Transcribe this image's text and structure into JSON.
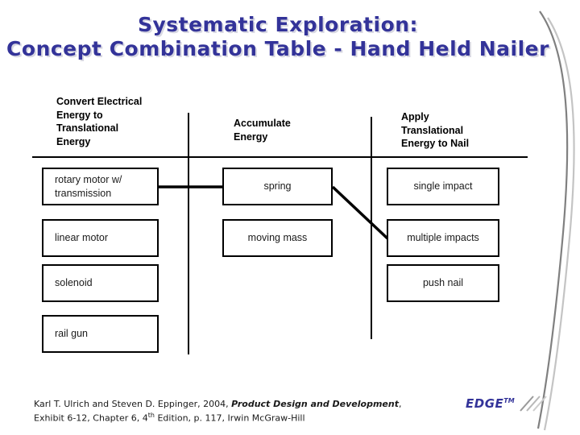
{
  "slide": {
    "title_line_1": "Systematic Exploration:",
    "title_line_2": "Concept Combination Table - Hand Held Nailer",
    "title_color": "#333399",
    "background_color": "#FFFFFF"
  },
  "table": {
    "headers": [
      "Convert Electrical\nEnergy to\nTranslational\nEnergy",
      "Accumulate\nEnergy",
      "Apply\nTranslational\nEnergy to Nail"
    ],
    "columns": [
      {
        "header": "Convert Electrical Energy to Translational Energy",
        "options": [
          "rotary motor w/\ntransmission",
          "linear motor",
          "solenoid",
          "rail gun"
        ]
      },
      {
        "header": "Accumulate Energy",
        "options": [
          "spring",
          "moving mass"
        ]
      },
      {
        "header": "Apply Translational Energy to Nail",
        "options": [
          "single impact",
          "multiple impacts",
          "push nail"
        ]
      }
    ],
    "connections": [
      {
        "from": "rotary motor w/ transmission",
        "to": "spring",
        "style": "horizontal"
      },
      {
        "from": "spring",
        "to": "multiple impacts",
        "style": "diagonal"
      }
    ]
  },
  "footer": {
    "citation_part_1": "Karl T. Ulrich and Steven D. Eppinger, 2004, ",
    "citation_title": "Product Design and Development",
    "citation_part_2": ",",
    "citation_line_2_a": "Exhibit 6-12, Chapter 6, 4",
    "citation_superscript": "th",
    "citation_line_2_b": " Edition, p. 117, Irwin McGraw-Hill",
    "logo_text": "EDGE",
    "logo_tm": "TM"
  }
}
